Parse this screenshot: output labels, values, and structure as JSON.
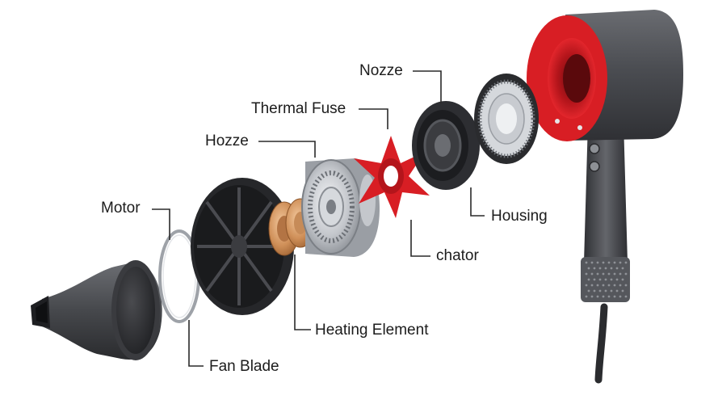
{
  "labels": {
    "nozze": "Nozze",
    "thermal_fuse": "Thermal Fuse",
    "hozze": "Hozze",
    "motor": "Motor",
    "housing": "Housing",
    "chator": "chator",
    "heating_element": "Heating Element",
    "fan_blade": "Fan Blade"
  },
  "colors": {
    "body_dark": "#3c3d41",
    "body_mid": "#5b5d62",
    "accent_red": "#d81e24",
    "copper": "#c98a55",
    "metal": "#b8bcc2",
    "leader_line": "#2a2a2a"
  }
}
